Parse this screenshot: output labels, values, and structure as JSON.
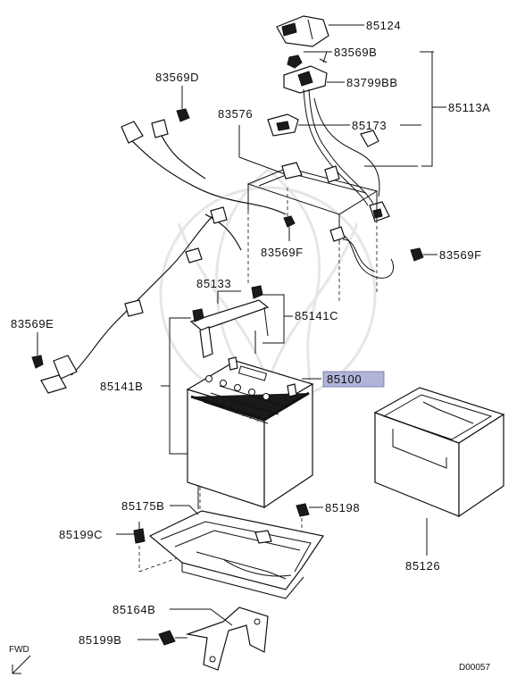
{
  "diagram": {
    "watermark": "mitsubishi-crest",
    "highlight_color": "#b0b4d8",
    "labels": {
      "p85124": "85124",
      "p83569B": "83569B",
      "p83799BB": "83799BB",
      "p85113A": "85113A",
      "p85173": "85173",
      "p83576": "83576",
      "p83569D": "83569D",
      "p83569F_a": "83569F",
      "p83569F_b": "83569F",
      "p85133": "85133",
      "p85141C": "85141C",
      "p83569E": "83569E",
      "p85141B": "85141B",
      "p85100": "85100",
      "p85126": "85126",
      "p85175B": "85175B",
      "p85198": "85198",
      "p85199C": "85199C",
      "p85164B": "85164B",
      "p85199B": "85199B"
    },
    "fwd": "FWD",
    "diagram_code": "D00057"
  }
}
